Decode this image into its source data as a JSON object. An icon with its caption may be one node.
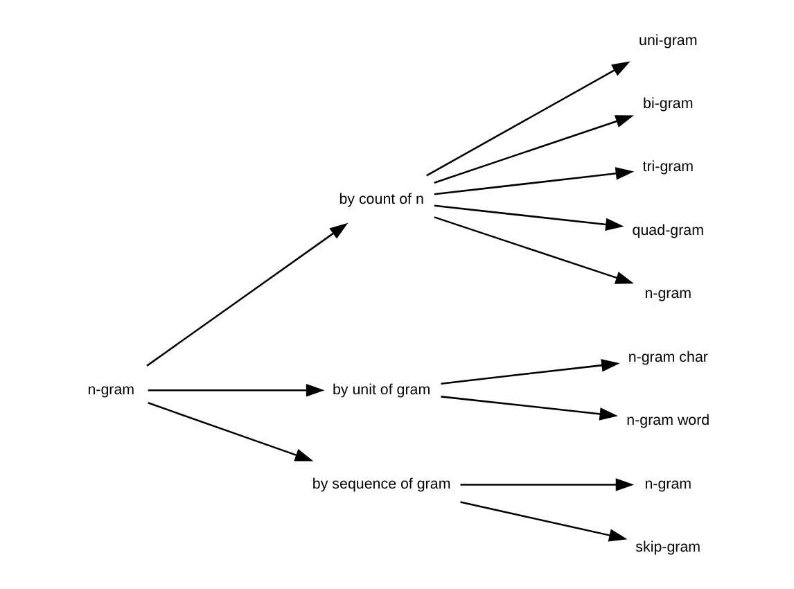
{
  "diagram": {
    "nodes": [
      {
        "text": [
          "n-gram"
        ]
      },
      {
        "text": [
          "by count of n"
        ]
      },
      {
        "text": [
          "uni-gram"
        ]
      },
      {
        "text": [
          "bi-gram"
        ]
      },
      {
        "text": [
          "tri-gram"
        ]
      },
      {
        "text": [
          "quad-gram"
        ]
      },
      {
        "text": [
          "n-gram"
        ]
      },
      {
        "text": [
          "by unit of gram"
        ]
      },
      {
        "text": [
          "n-gram char"
        ]
      },
      {
        "text": [
          "n-gram word"
        ]
      },
      {
        "text": [
          "by sequence of gram"
        ]
      },
      {
        "text": [
          "n-gram"
        ]
      },
      {
        "text": [
          "skip-gram"
        ]
      }
    ],
    "edges": [
      {
        "from": 0,
        "to": 1,
        "arrow": "to"
      },
      {
        "from": 0,
        "to": 7,
        "arrow": "to"
      },
      {
        "from": 0,
        "to": 10,
        "arrow": "to"
      },
      {
        "from": 1,
        "to": 2,
        "arrow": "to"
      },
      {
        "from": 1,
        "to": 3,
        "arrow": "to"
      },
      {
        "from": 1,
        "to": 4,
        "arrow": "to"
      },
      {
        "from": 1,
        "to": 5,
        "arrow": "to"
      },
      {
        "from": 1,
        "to": 6,
        "arrow": "to"
      },
      {
        "from": 7,
        "to": 8,
        "arrow": "to"
      },
      {
        "from": 7,
        "to": 9,
        "arrow": "to"
      },
      {
        "from": 10,
        "to": 11,
        "arrow": "to"
      },
      {
        "from": 10,
        "to": 12,
        "arrow": "to"
      }
    ]
  }
}
